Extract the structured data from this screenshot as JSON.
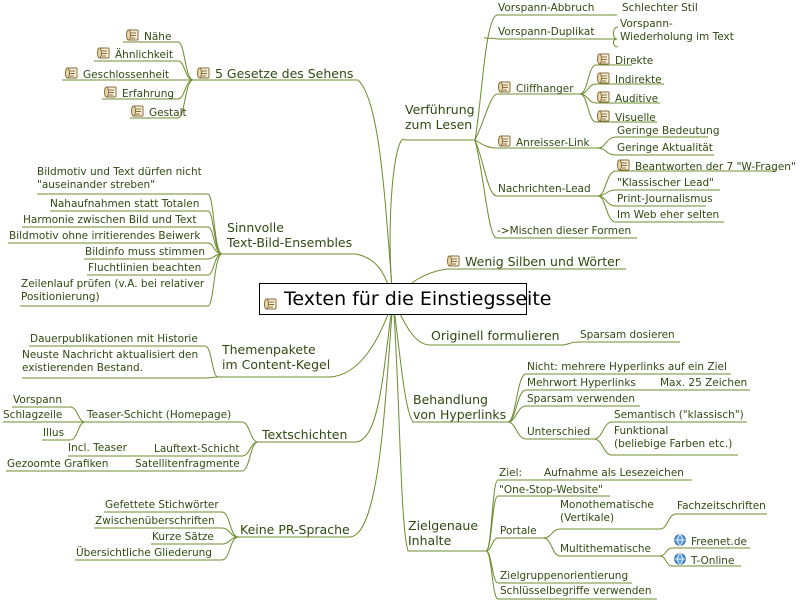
{
  "root": "Texten für die Einstiegsseite",
  "colors": {
    "branch": "#6c8c2c",
    "text": "#2f4a11",
    "root_border": "#000000"
  },
  "icons": {
    "note": "scroll-note-icon",
    "globe": "globe-icon"
  },
  "right": {
    "verfuehrung": {
      "label": "Verführung\nzum Lesen",
      "vorspann_abbruch": "Vorspann-Abbruch",
      "schlechter_stil": "Schlechter Stil",
      "vorspann_duplikat": "Vorspann-Duplikat",
      "vorspann_wiederholung": "Vorspann-\nWiederholung im Text",
      "cliffhanger": "Cliffhanger",
      "direkte": "Direkte",
      "indirekte": "Indirekte",
      "auditive": "Auditive",
      "visuelle": "Visuelle",
      "anreisser": "Anreisser-Link",
      "geringe_bedeutung": "Geringe Bedeutung",
      "geringe_aktualitaet": "Geringe Aktualität",
      "nachrichten_lead": "Nachrichten-Lead",
      "beantworten": "Beantworten der 7 \"W-Fragen\"",
      "klassischer_lead": "\"Klassischer Lead\"",
      "print_journalismus": "Print-Journalismus",
      "im_web": "Im Web eher selten",
      "mischen": "->Mischen dieser Formen"
    },
    "wenig_silben": "Wenig Silben und Wörter",
    "originell": {
      "label": "Originell formulieren",
      "sparsam": "Sparsam dosieren"
    },
    "hyperlinks": {
      "label": "Behandlung\nvon Hyperlinks",
      "nicht_mehrere": "Nicht: mehrere Hyperlinks auf ein Ziel",
      "mehrwort": "Mehrwort Hyperlinks",
      "max25": "Max. 25 Zeichen",
      "sparsam": "Sparsam verwenden",
      "unterschied": "Unterschied",
      "semantisch": "Semantisch (\"klassisch\")",
      "funktional": "Funktional\n(beliebige Farben etc.)"
    },
    "zielgenaue": {
      "label": "Zielgenaue\nInhalte",
      "ziel": "Ziel:",
      "aufnahme": "Aufnahme als Lesezeichen",
      "one_stop": "\"One-Stop-Website\"",
      "portale": "Portale",
      "monothematische": "Monothematische\n(Vertikale)",
      "fachzeitschriften": "Fachzeitschriften",
      "multithematische": "Multithematische",
      "freenet": "Freenet.de",
      "t_online": "T-Online",
      "zielgruppen": "Zielgruppenorientierung",
      "schluessel": "Schlüsselbegriffe verwenden"
    }
  },
  "left": {
    "gesetze": {
      "label": "5 Gesetze des Sehens",
      "naehe": "Nähe",
      "aehnlichkeit": "Ähnlichkeit",
      "geschlossenheit": "Geschlossenheit",
      "erfahrung": "Erfahrung",
      "gestalt": "Gestalt"
    },
    "ensembles": {
      "label": "Sinnvolle\nText-Bild-Ensembles",
      "bildmotiv_text": "Bildmotiv und Text dürfen nicht\n\"auseinander streben\"",
      "nahaufnahmen": "Nahaufnahmen statt Totalen",
      "harmonie": "Harmonie zwischen Bild und Text",
      "bildmotiv_ohne": "Bildmotiv ohne irritierendes Beiwerk",
      "bildinfo": "Bildinfo muss stimmen",
      "fluchtlinien": "Fluchtlinien beachten",
      "zeilenlauf": "Zeilenlauf prüfen (v.A. bei relativer\nPositionierung)"
    },
    "themenpakete": {
      "label": "Themenpakete\nim Content-Kegel",
      "dauerpublikationen": "Dauerpublikationen mit Historie",
      "neuste": "Neuste Nachricht aktualisiert den\nexistierenden Bestand."
    },
    "textschichten": {
      "label": "Textschichten",
      "teaser_schicht": "Teaser-Schicht (Homepage)",
      "vorspann": "Vorspann",
      "schlagzeile": "Schlagzeile",
      "illus": "Illus",
      "lauftext": "Lauftext-Schicht",
      "incl_teaser": "Incl. Teaser",
      "satelliten": "Satellitenfragmente",
      "gezoomte": "Gezoomte Grafiken"
    },
    "pr_sprache": {
      "label": "Keine PR-Sprache",
      "gefettete": "Gefettete Stichwörter",
      "zwischen": "Zwischenüberschriften",
      "kurze": "Kurze Sätze",
      "uebersicht": "Übersichtliche Gliederung"
    }
  }
}
